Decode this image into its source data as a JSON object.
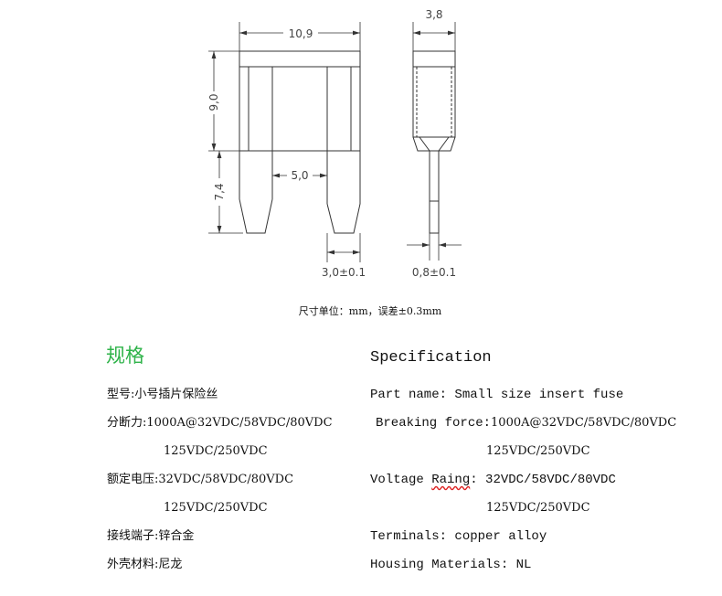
{
  "drawing": {
    "front_width": "10,9",
    "body_height": "9,0",
    "blade_length": "7,4",
    "blade_gap": "5,0",
    "blade_width": "3,0±0.1",
    "side_thickness": "3,8",
    "blade_thickness": "0,8±0.1"
  },
  "caption": "尺寸单位：mm，误差±0.3mm",
  "spec_cn": {
    "title": "规格",
    "rows": [
      {
        "label": "型号:",
        "value": "小号插片保险丝"
      },
      {
        "label": "分断力:",
        "value": "1000A@32VDC/58VDC/80VDC",
        "cont": "125VDC/250VDC"
      },
      {
        "label": "额定电压:",
        "value": "32VDC/58VDC/80VDC",
        "cont": "125VDC/250VDC"
      },
      {
        "label": "接线端子:",
        "value": "锌合金"
      },
      {
        "label": "外壳材料:",
        "value": "尼龙"
      }
    ]
  },
  "spec_en": {
    "title": "Specification",
    "part_name": "Part name: Small size insert fuse",
    "breaking_label": "Breaking force:",
    "breaking_value": "1000A@32VDC/58VDC/80VDC",
    "breaking_cont": "125VDC/250VDC",
    "voltage_label": "Voltage ",
    "voltage_misspelled": "Raing",
    "voltage_value": ": 32VDC/58VDC/80VDC",
    "voltage_cont": "125VDC/250VDC",
    "terminals": "Terminals: copper alloy",
    "housing": "Housing Materials: NL"
  }
}
